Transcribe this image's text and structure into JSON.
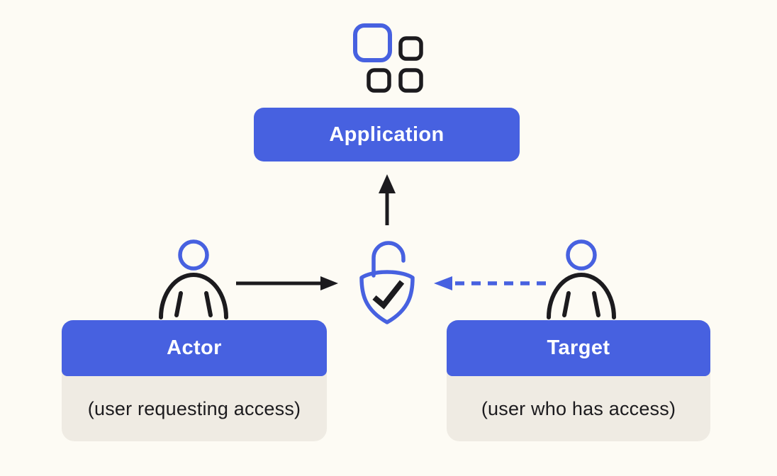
{
  "nodes": {
    "application": {
      "label": "Application",
      "icon": "apps-grid-icon"
    },
    "gateway": {
      "icon": "shield-lock-check-icon"
    },
    "actor": {
      "label": "Actor",
      "caption": "(user requesting access)",
      "icon": "person-icon"
    },
    "target": {
      "label": "Target",
      "caption": "(user who has access)",
      "icon": "person-icon"
    }
  },
  "arrows": [
    {
      "name": "actor-to-shield",
      "style": "solid",
      "color": "#1C1B1E",
      "direction": "right"
    },
    {
      "name": "target-to-shield",
      "style": "dashed",
      "color": "#4761E0",
      "direction": "left"
    },
    {
      "name": "shield-to-application",
      "style": "solid",
      "color": "#1C1B1E",
      "direction": "up"
    }
  ],
  "colors": {
    "accent_blue": "#4761E0",
    "ink_black": "#1C1B1E",
    "background": "#FDFBF4",
    "card_body": "#EFEBE3",
    "node_text": "#FFFFFF"
  }
}
